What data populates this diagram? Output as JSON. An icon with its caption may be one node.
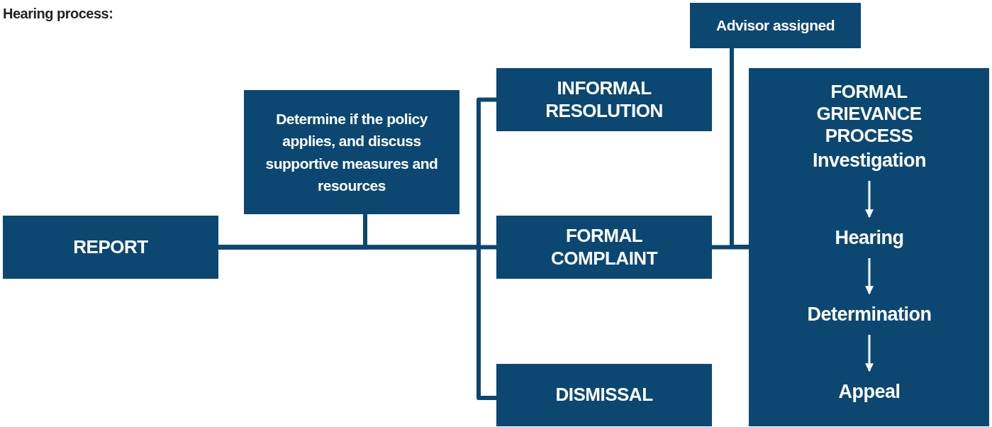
{
  "diagram": {
    "title": "Hearing process:",
    "nodes": [
      {
        "text": [
          "REPORT"
        ]
      },
      {
        "text": [
          "Determine if the policy applies, and discuss supportive measures and resources"
        ]
      },
      {
        "text": [
          "INFORMAL RESOLUTION"
        ]
      },
      {
        "text": [
          "FORMAL COMPLAINT"
        ]
      },
      {
        "text": [
          "DISMISSAL"
        ]
      },
      {
        "text": [
          "Advisor assigned"
        ]
      },
      {
        "text": [
          "FORMAL GRIEVANCE PROCESS"
        ]
      },
      {
        "text": [
          "Investigation"
        ],
        "in": 6
      },
      {
        "text": [
          "Hearing"
        ],
        "in": 6
      },
      {
        "text": [
          "Determination"
        ],
        "in": 6
      },
      {
        "text": [
          "Appeal"
        ],
        "in": 6
      }
    ],
    "edges": [
      {
        "from": 0,
        "to": 3,
        "arrow": "none"
      },
      {
        "from": 0,
        "to": 1,
        "arrow": "none"
      },
      {
        "from": 0,
        "to": 2,
        "arrow": "none"
      },
      {
        "from": 0,
        "to": 4,
        "arrow": "none"
      },
      {
        "from": 3,
        "to": 6,
        "arrow": "none"
      },
      {
        "from": 5,
        "to": 6,
        "arrow": "none"
      },
      {
        "from": 7,
        "to": 8,
        "arrow": "to",
        "color": "#ffffff"
      },
      {
        "from": 8,
        "to": 9,
        "arrow": "to",
        "color": "#ffffff"
      },
      {
        "from": 9,
        "to": 10,
        "arrow": "to",
        "color": "#ffffff"
      }
    ]
  }
}
